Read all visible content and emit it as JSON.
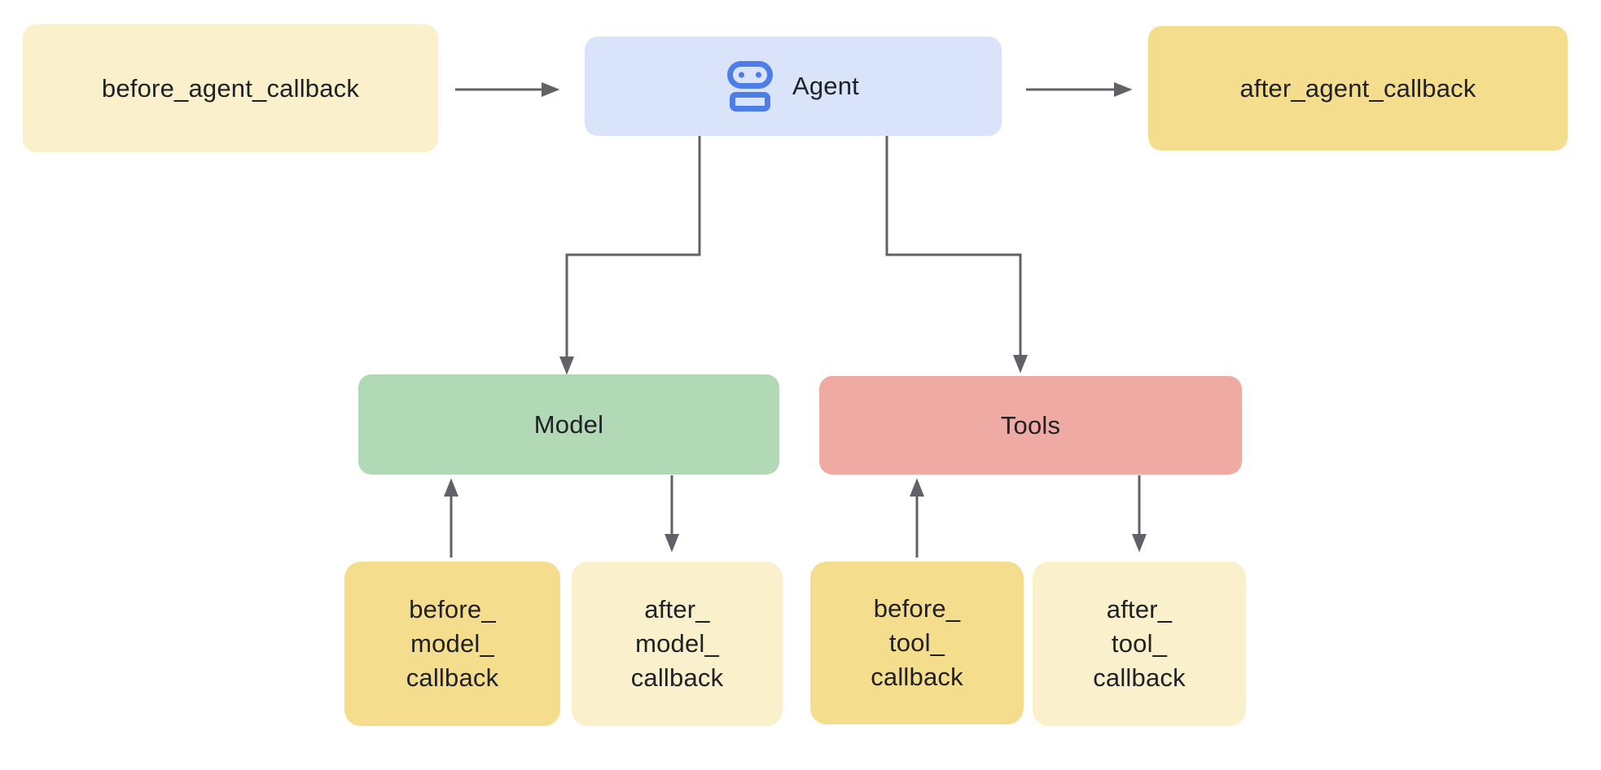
{
  "diagram": {
    "nodes": {
      "before_agent": {
        "label": "before_agent_callback"
      },
      "agent": {
        "label": "Agent",
        "icon": "robot-icon"
      },
      "after_agent": {
        "label": "after_agent_callback"
      },
      "model": {
        "label": "Model"
      },
      "tools": {
        "label": "Tools"
      },
      "before_model": {
        "line1": "before_",
        "line2": "model_",
        "line3": "callback"
      },
      "after_model": {
        "line1": "after_",
        "line2": "model_",
        "line3": "callback"
      },
      "before_tool": {
        "line1": "before_",
        "line2": "tool_",
        "line3": "callback"
      },
      "after_tool": {
        "line1": "after_",
        "line2": "tool_",
        "line3": "callback"
      }
    },
    "edges": [
      {
        "from": "before_agent_callback",
        "to": "Agent"
      },
      {
        "from": "Agent",
        "to": "after_agent_callback"
      },
      {
        "from": "Agent",
        "to": "Model"
      },
      {
        "from": "Agent",
        "to": "Tools"
      },
      {
        "from": "before_model_callback",
        "to": "Model"
      },
      {
        "from": "Model",
        "to": "after_model_callback"
      },
      {
        "from": "before_tool_callback",
        "to": "Tools"
      },
      {
        "from": "Tools",
        "to": "after_tool_callback"
      }
    ]
  },
  "colors": {
    "background": "#ffffff",
    "cream": "#FAF0CC",
    "gold": "#F5DD8E",
    "blue_fill": "#D9E4FB",
    "icon_blue": "#4D7EE8",
    "green": "#B2D9B5",
    "pink": "#EFABA3",
    "arrow": "#5F6368",
    "text": "#202124"
  }
}
